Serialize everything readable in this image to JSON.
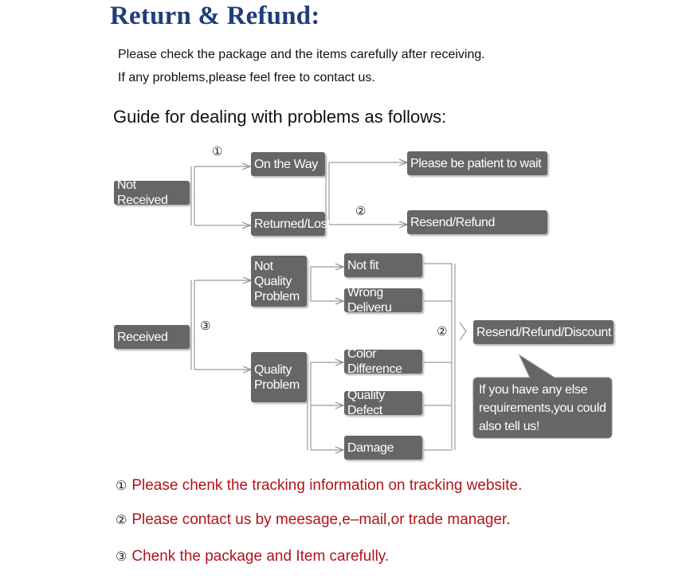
{
  "header": {
    "title": "Return & Refund:",
    "line1": "Please check the package and the items carefully after receiving.",
    "line2": "If any problems,please feel free to contact us.",
    "guide": "Guide for dealing with problems as follows:"
  },
  "diagram": {
    "not_received": "Not Received",
    "on_the_way": "On the Way",
    "returned_lost": "Returned/Lost",
    "please_wait": "Please be patient to wait",
    "resend_refund": "Resend/Refund",
    "received": "Received",
    "not_quality_problem": "Not\nQuality\nProblem",
    "quality_problem": "Quality\nProblem",
    "not_fit": "Not fit",
    "wrong_delivery": "Wrong Deliveru",
    "color_difference": "Color Difference",
    "quality_defect": "Quality Defect",
    "damage": "Damage",
    "resend_refund_discount": "Resend/Refund/Discount",
    "callout": "If you have any else\nrequirements,you could\nalso tell us!",
    "marker1": "①",
    "marker2": "②",
    "marker3": "③"
  },
  "notes": [
    {
      "num": "①",
      "text": "Please chenk the tracking information on tracking website."
    },
    {
      "num": "②",
      "text": "Please contact us by meesage,e–mail,or trade manager."
    },
    {
      "num": "③",
      "text": "Chenk the package and Item carefully."
    }
  ],
  "colors": {
    "title": "#1f3d7a",
    "box": "#666666",
    "note_text": "#b0141b"
  }
}
